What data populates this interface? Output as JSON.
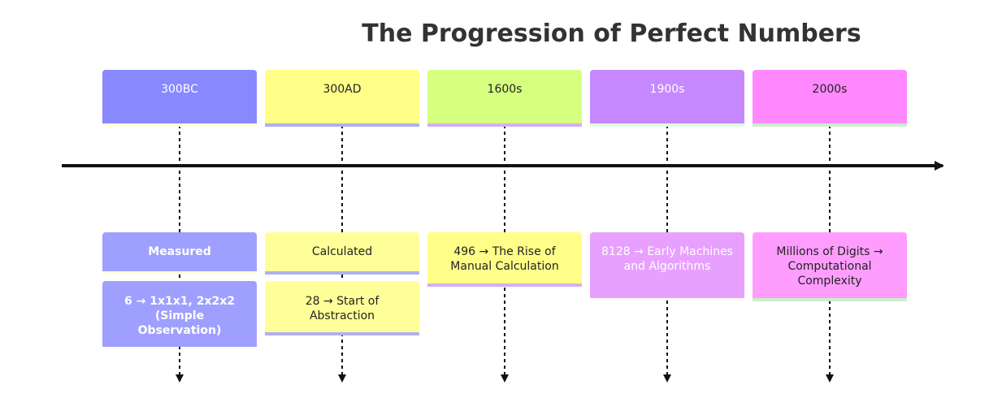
{
  "title": "The Progression of Perfect Numbers",
  "periods": [
    {
      "label": "300BC",
      "color": "#8888ff",
      "event_color": "#9f9fff",
      "underline": "#ffffdd",
      "events": [
        "Measured",
        "6 → 1x1x1, 2x2x2 (Simple Observation)"
      ]
    },
    {
      "label": "300AD",
      "color": "#ffff88",
      "event_color": "#ffff99",
      "underline": "#b0b0ee",
      "events": [
        "Calculated",
        "28 → Start of Abstraction"
      ]
    },
    {
      "label": "1600s",
      "color": "#d6ff80",
      "event_color": "#ffff88",
      "underline": "#d3b0f0",
      "events": [
        "496 → The Rise of Manual Calculation"
      ]
    },
    {
      "label": "1900s",
      "color": "#c688ff",
      "event_color": "#e8a0ff",
      "underline": "#ddffdd",
      "events": [
        "8128 → Early Machines and Algorithms"
      ]
    },
    {
      "label": "2000s",
      "color": "#ff88ff",
      "event_color": "#ff9dff",
      "underline": "#cceecc",
      "events": [
        "Millions of Digits → Computational Complexity"
      ]
    }
  ]
}
